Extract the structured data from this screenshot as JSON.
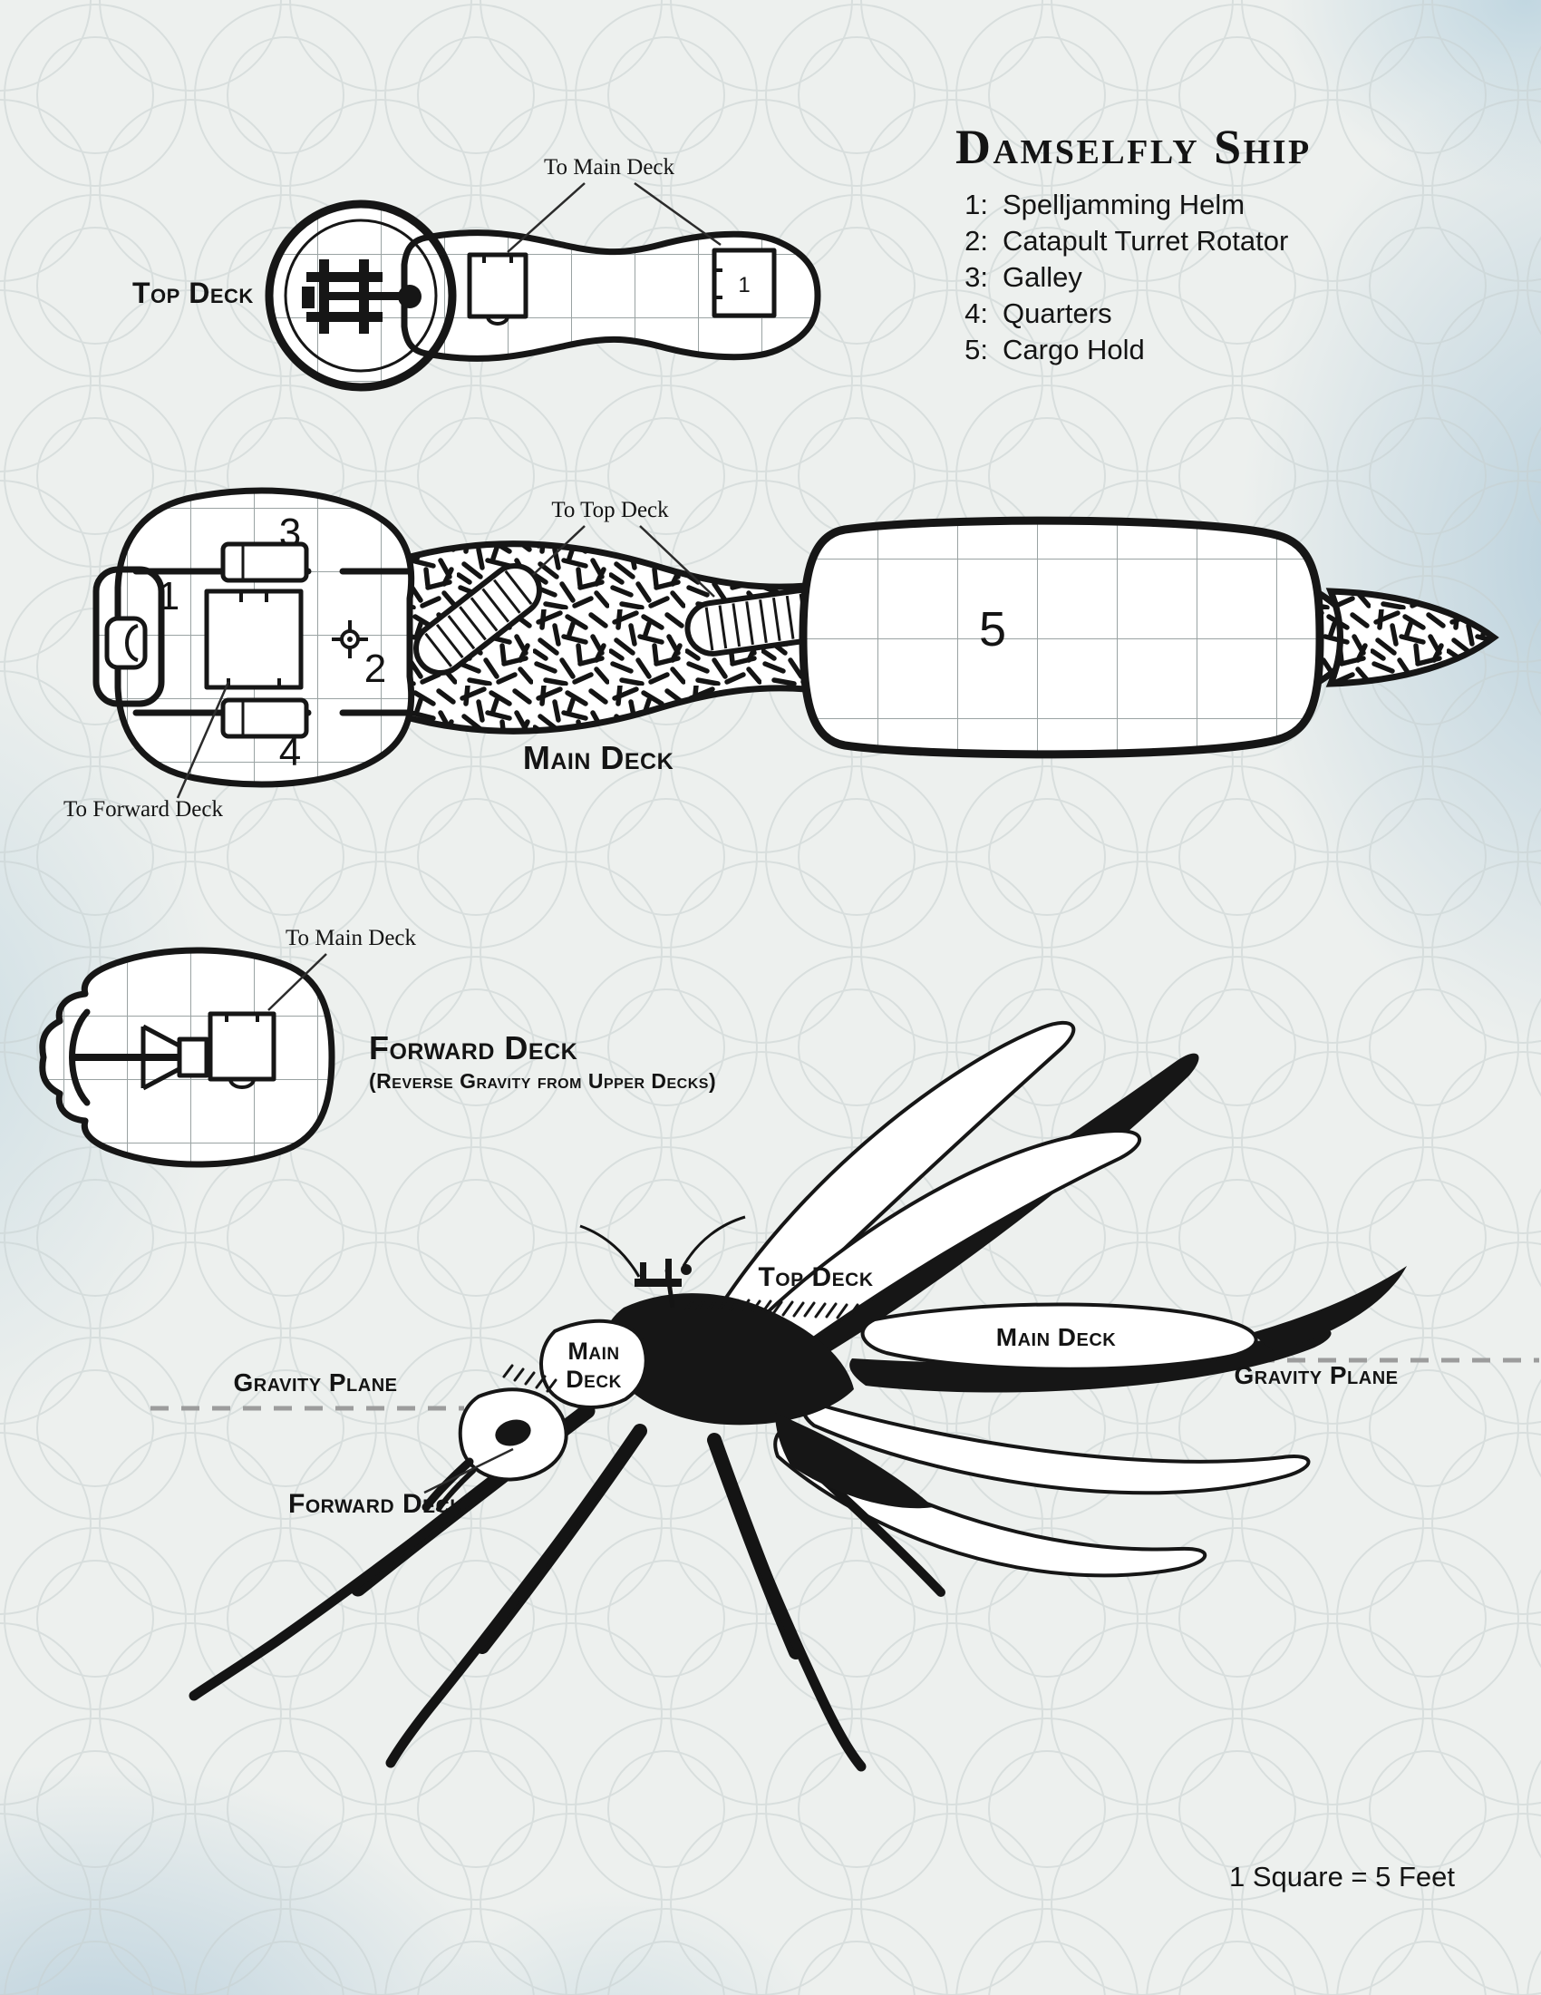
{
  "title": "Damselfly Ship",
  "legend": [
    {
      "num": "1:",
      "label": "Spelljamming Helm"
    },
    {
      "num": "2:",
      "label": "Catapult Turret Rotator"
    },
    {
      "num": "3:",
      "label": "Galley"
    },
    {
      "num": "4:",
      "label": "Quarters"
    },
    {
      "num": "5:",
      "label": "Cargo Hold"
    }
  ],
  "top_deck": {
    "label": "Top Deck",
    "annotation_to_main": "To Main Deck",
    "hatch_number": "1"
  },
  "main_deck": {
    "label": "Main Deck",
    "annotation_to_top": "To Top Deck",
    "annotation_to_forward": "To Forward Deck",
    "room_helm": "1",
    "room_rotator": "2",
    "room_galley": "3",
    "room_quarters": "4",
    "room_cargo": "5"
  },
  "forward_deck": {
    "label": "Forward Deck",
    "sublabel": "(Reverse Gravity from Upper Decks)",
    "annotation_to_main": "To Main Deck"
  },
  "side_view": {
    "top_deck_label": "Top Deck",
    "main_deck_left_line1": "Main",
    "main_deck_left_line2": "Deck",
    "main_deck_right_label": "Main Deck",
    "gravity_plane_left": "Gravity Plane",
    "gravity_plane_right": "Gravity Plane",
    "forward_deck_label": "Forward Deck"
  },
  "scale_note": "1 Square = 5 Feet",
  "colors": {
    "ink": "#161616",
    "paper": "#edf0ee",
    "edge_wash": "#a9c6d6",
    "grid_line": "#9aa3a3",
    "gravity_dash": "#9c9c9c"
  }
}
